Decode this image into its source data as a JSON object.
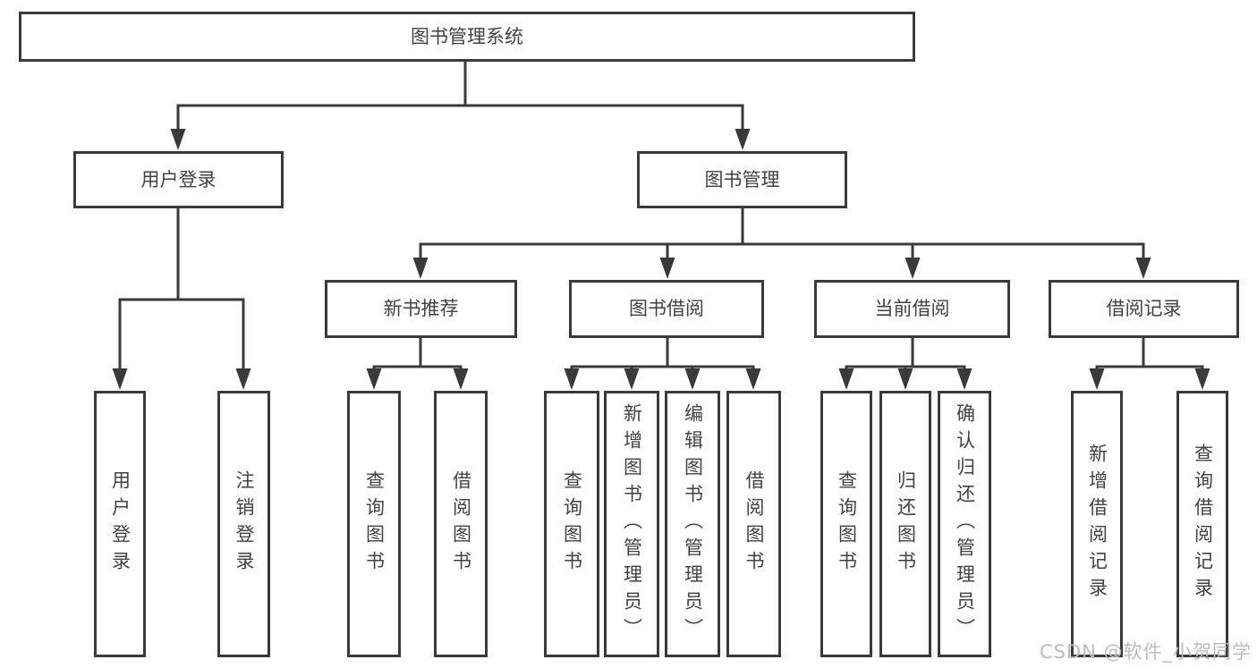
{
  "colors": {
    "line": "#3a3a3a",
    "text": "#424242",
    "background": "#ffffff",
    "watermark": "#bcbcbc"
  },
  "watermark": {
    "text": "CSDN @软件_小贺同学"
  },
  "tree": {
    "root": {
      "label": "图书管理系统"
    },
    "user": {
      "label": "用户登录",
      "leaves": [
        "用户登录",
        "注销登录"
      ]
    },
    "book": {
      "label": "图书管理",
      "groups": [
        {
          "label": "新书推荐",
          "leaves": [
            "查询图书",
            "借阅图书"
          ]
        },
        {
          "label": "图书借阅",
          "leaves": [
            "查询图书",
            "新增图书（管理员）",
            "编辑图书（管理员）",
            "借阅图书"
          ]
        },
        {
          "label": "当前借阅",
          "leaves": [
            "查询图书",
            "归还图书",
            "确认归还（管理员）"
          ]
        },
        {
          "label": "借阅记录",
          "leaves": [
            "新增借阅记录",
            "查询借阅记录"
          ]
        }
      ]
    }
  }
}
